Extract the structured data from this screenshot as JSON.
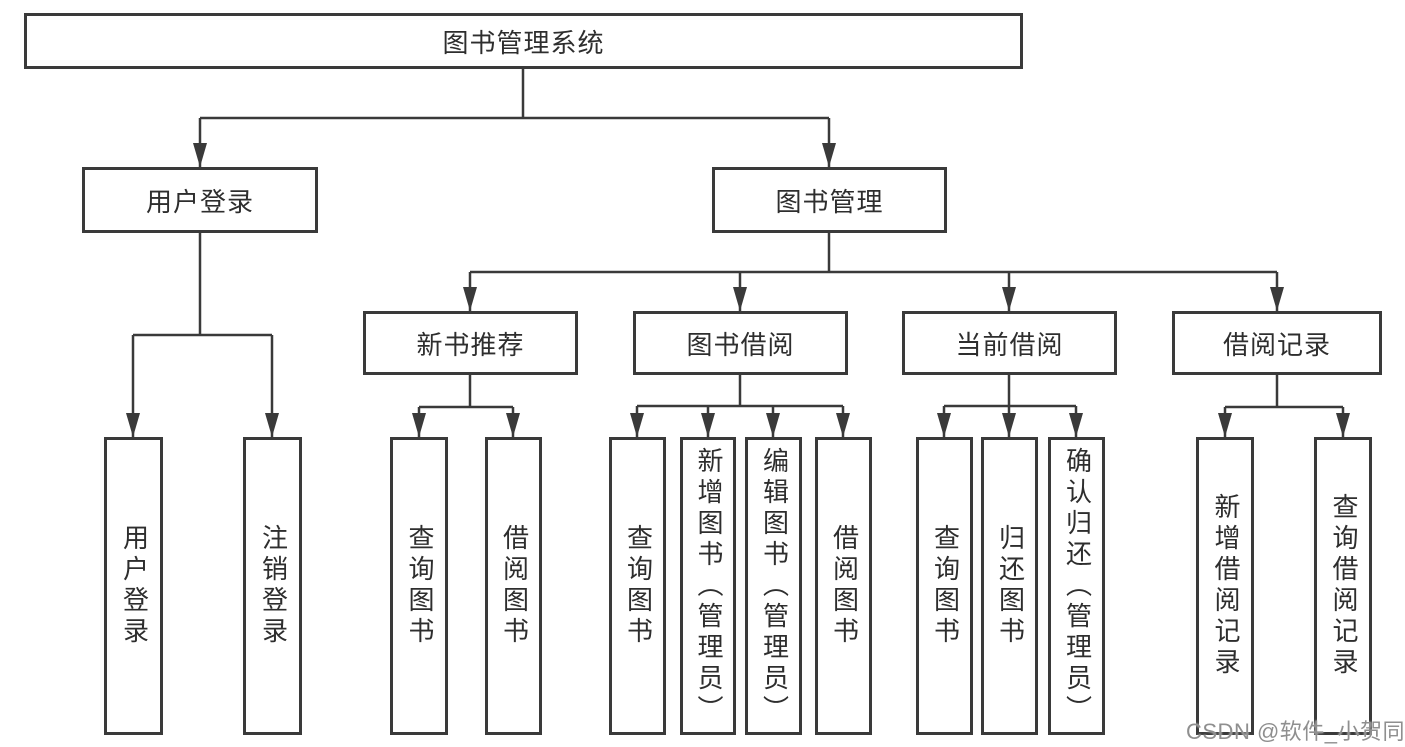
{
  "diagram": {
    "root": {
      "label": "图书管理系统"
    },
    "level2": {
      "user_login": {
        "label": "用户登录"
      },
      "book_mgmt": {
        "label": "图书管理"
      }
    },
    "level3": {
      "new_books": {
        "label": "新书推荐"
      },
      "book_borrow": {
        "label": "图书借阅"
      },
      "current_borrow": {
        "label": "当前借阅"
      },
      "borrow_records": {
        "label": "借阅记录"
      }
    },
    "leaves": {
      "user_login": [
        "用户登录",
        "注销登录"
      ],
      "new_books": [
        "查询图书",
        "借阅图书"
      ],
      "book_borrow": [
        "查询图书",
        "新增图书（管理员）",
        "编辑图书（管理员）",
        "借阅图书"
      ],
      "current_borrow": [
        "查询图书",
        "归还图书",
        "确认归还（管理员）"
      ],
      "borrow_records": [
        "新增借阅记录",
        "查询借阅记录"
      ]
    }
  },
  "watermark": {
    "text": "CSDN @软件_小贺同学",
    "color": "#8f8f8f"
  },
  "colors": {
    "line": "#3a3a3a",
    "text": "#2e2e2e",
    "background": "#ffffff"
  }
}
